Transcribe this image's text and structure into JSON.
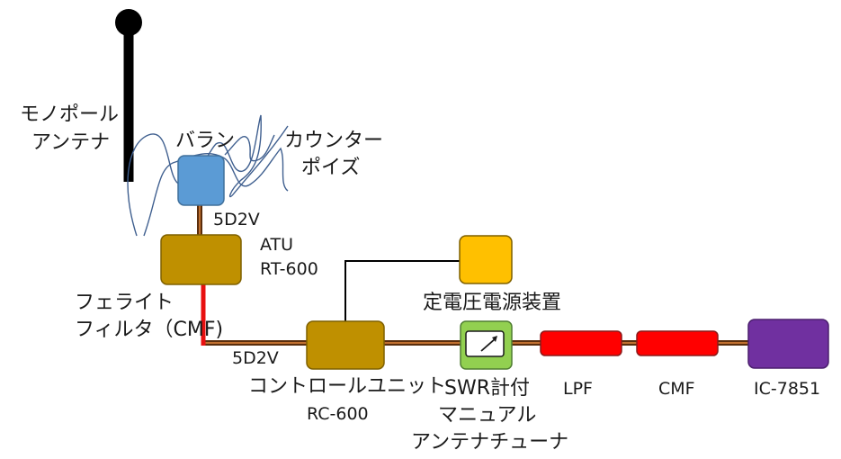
{
  "colors": {
    "coax": "#8b4513",
    "ferrite_line": "#e81010",
    "antenna": "#000000",
    "balun_fill": "#5b9bd5",
    "atu_fill": "#bf9000",
    "power_fill": "#ffc000",
    "tuner_fill": "#92d050",
    "filter_fill": "#ff0000",
    "radio_fill": "#7030a0",
    "wire_wave": "#3f5f8f"
  },
  "labels": {
    "monopole_line1": "モノポール",
    "monopole_line2": "アンテナ",
    "balun": "バラン",
    "counterpoise_line1": "カウンター",
    "counterpoise_line2": "ポイズ",
    "cable_upper": "5D2V",
    "atu_line1": "ATU",
    "atu_line2": "RT-600",
    "ferrite_line1": "フェライト",
    "ferrite_line2": "フィルタ（CMF)",
    "cable_lower": "5D2V",
    "control_unit_line1": "コントロールユニット",
    "control_unit_line2": "RC-600",
    "power_supply": "定電圧電源装置",
    "tuner_line1": "SWR計付",
    "tuner_line2": "マニュアル",
    "tuner_line3": "アンテナチューナ",
    "lpf": "LPF",
    "cmf": "CMF",
    "radio": "IC-7851"
  },
  "icons": {
    "swr_meter": "meter-icon"
  }
}
